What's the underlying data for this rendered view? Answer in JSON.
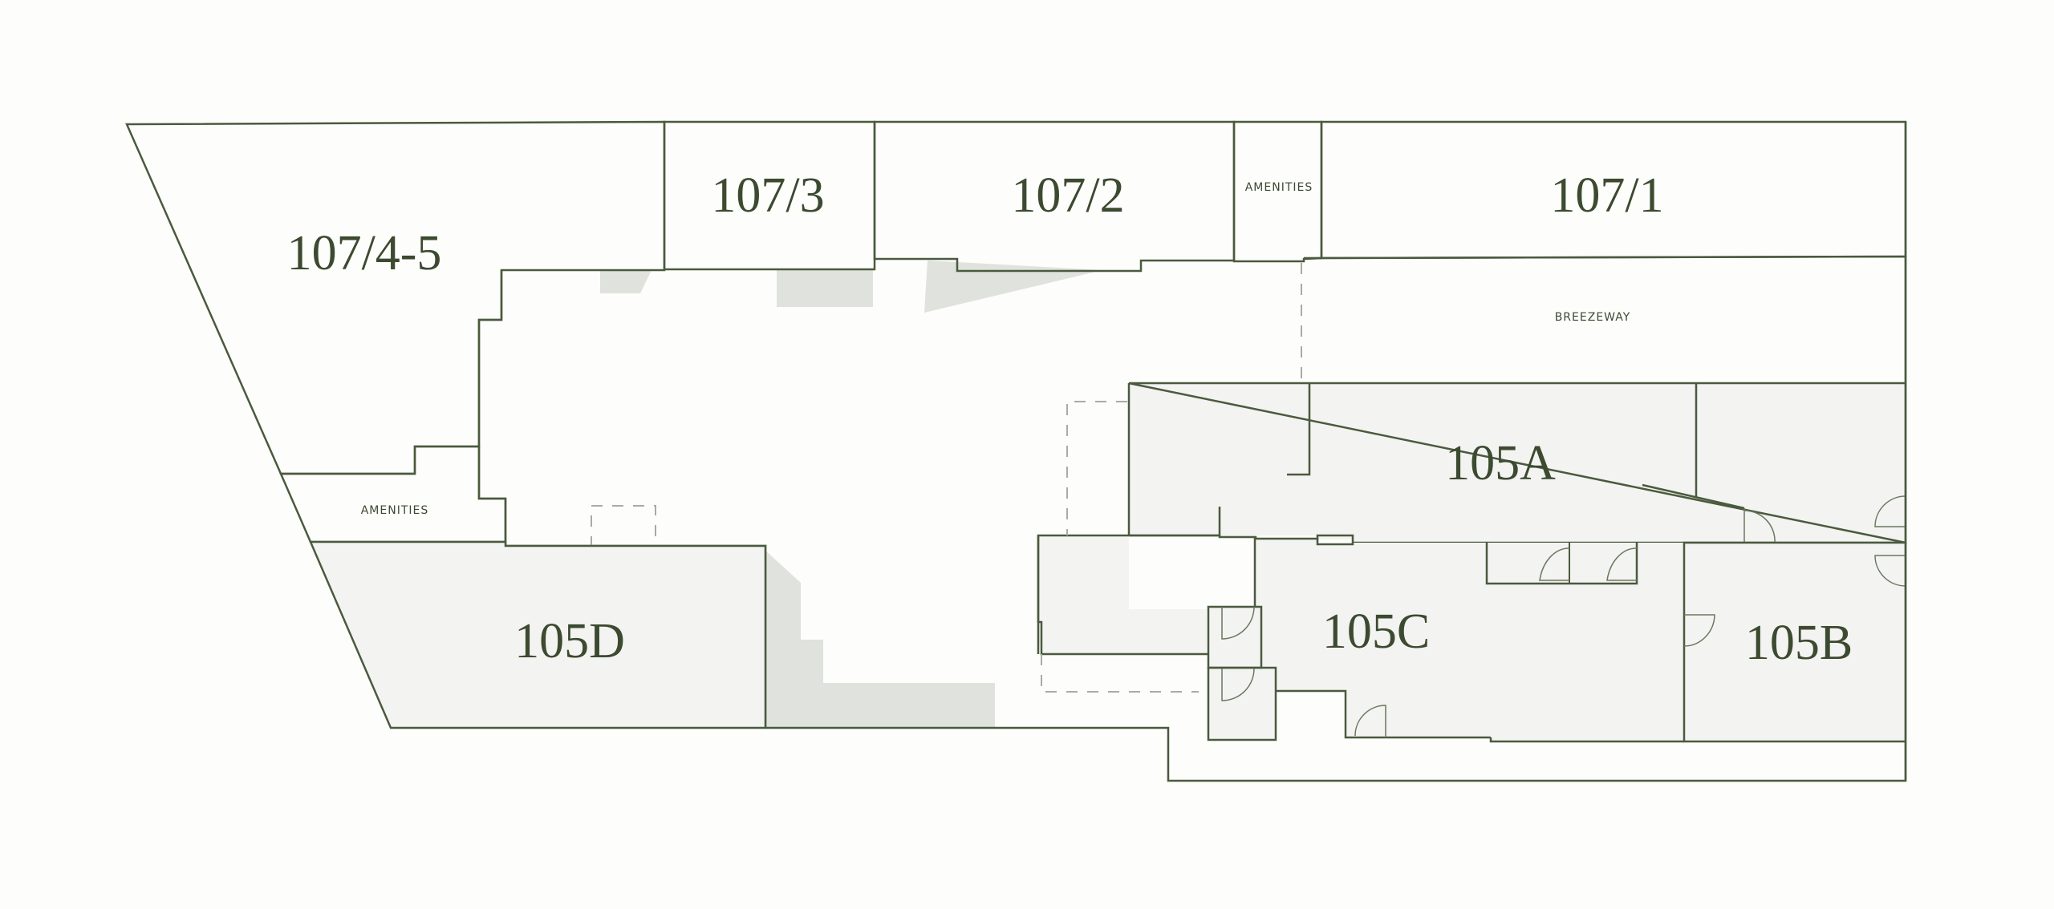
{
  "floorplan": {
    "units": [
      {
        "id": "107-4-5",
        "label": "107/4-5"
      },
      {
        "id": "107-3",
        "label": "107/3"
      },
      {
        "id": "107-2",
        "label": "107/2"
      },
      {
        "id": "107-1",
        "label": "107/1"
      },
      {
        "id": "105A",
        "label": "105A"
      },
      {
        "id": "105B",
        "label": "105B"
      },
      {
        "id": "105C",
        "label": "105C"
      },
      {
        "id": "105D",
        "label": "105D"
      }
    ],
    "areas": [
      {
        "id": "amenities-top",
        "label": "AMENITIES"
      },
      {
        "id": "amenities-left",
        "label": "AMENITIES"
      },
      {
        "id": "breezeway",
        "label": "BREEZEWAY"
      }
    ],
    "colors": {
      "wall": "#4a5a3e",
      "label": "#3c4a30",
      "unit_fill": "#f3f3f1",
      "shaded_common": "#e0e2dd",
      "background": "#fdfdfc"
    }
  }
}
